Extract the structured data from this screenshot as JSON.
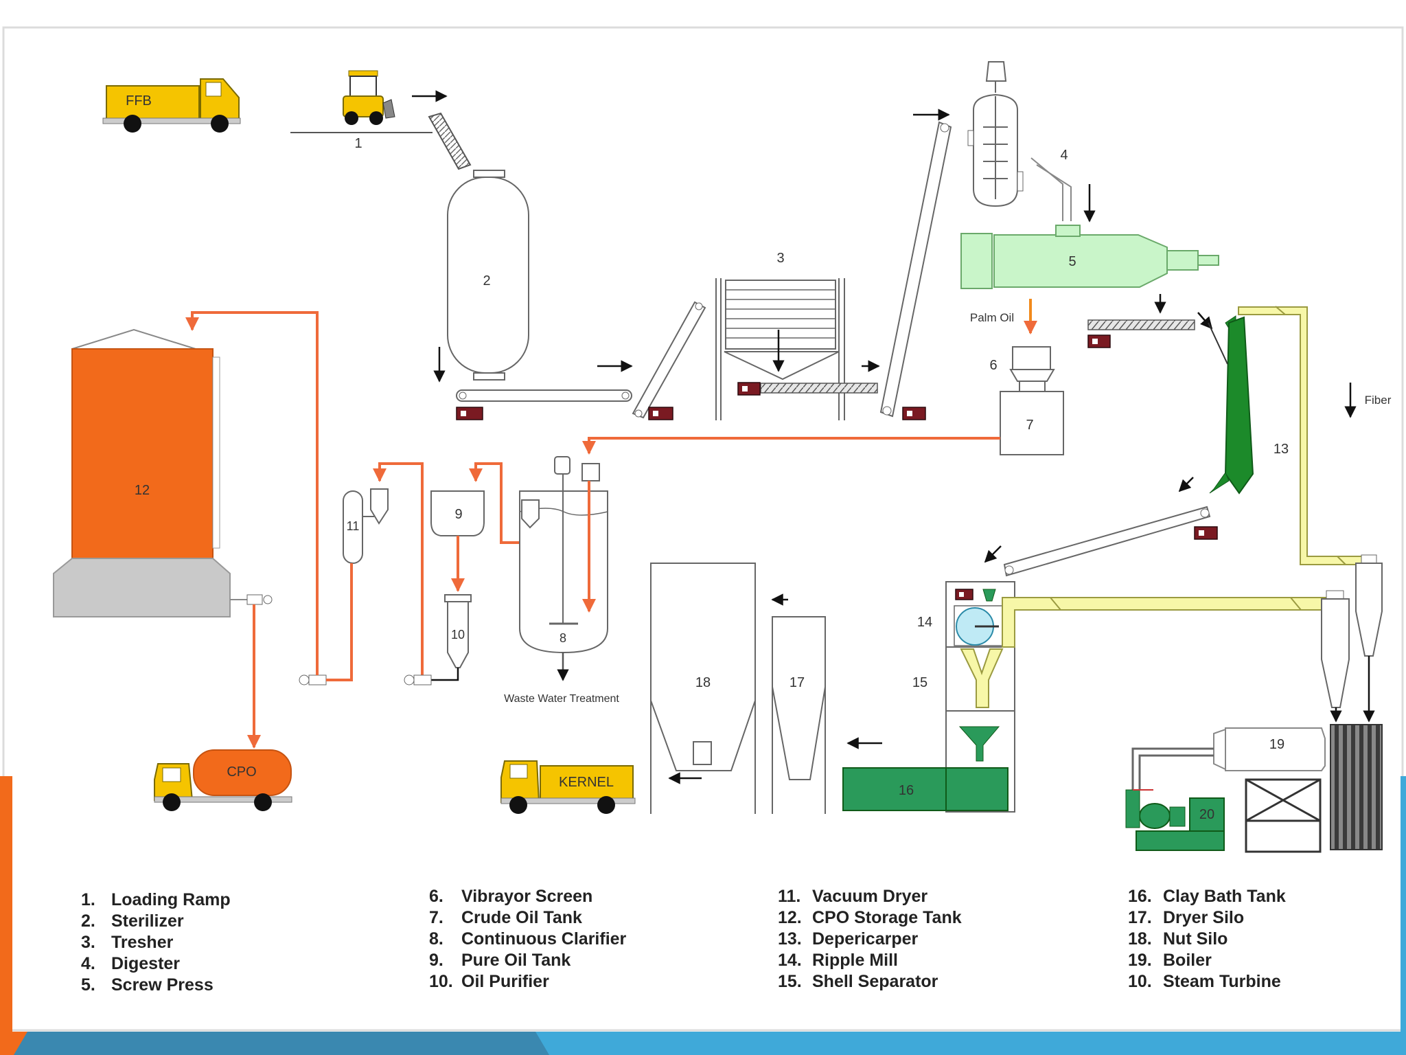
{
  "labels": {
    "ffb": "FFB",
    "cpo": "CPO",
    "kernel": "KERNEL",
    "palm_oil": "Palm Oil",
    "fiber": "Fiber",
    "waste_water": "Waste Water Treatment",
    "n1": "1",
    "n2": "2",
    "n3": "3",
    "n4": "4",
    "n5": "5",
    "n6": "6",
    "n7": "7",
    "n8": "8",
    "n9": "9",
    "n10": "10",
    "n11": "11",
    "n12": "12",
    "n13": "13",
    "n14": "14",
    "n15": "15",
    "n16": "16",
    "n17": "17",
    "n18": "18",
    "n19": "19",
    "n20": "20"
  },
  "legend": {
    "col1": [
      {
        "num": "1.",
        "text": "Loading Ramp"
      },
      {
        "num": "2.",
        "text": "Sterilizer"
      },
      {
        "num": "3.",
        "text": "Tresher"
      },
      {
        "num": "4.",
        "text": "Digester"
      },
      {
        "num": "5.",
        "text": "Screw Press"
      }
    ],
    "col2": [
      {
        "num": "6.",
        "text": "Vibrayor Screen"
      },
      {
        "num": "7.",
        "text": "Crude Oil Tank"
      },
      {
        "num": "8.",
        "text": "Continuous Clarifier"
      },
      {
        "num": "9.",
        "text": "Pure Oil Tank"
      },
      {
        "num": "10.",
        "text": "Oil Purifier"
      }
    ],
    "col3": [
      {
        "num": "11.",
        "text": "Vacuum Dryer"
      },
      {
        "num": "12.",
        "text": "CPO Storage Tank"
      },
      {
        "num": "13.",
        "text": "Depericarper"
      },
      {
        "num": "14.",
        "text": "Ripple Mill"
      },
      {
        "num": "15.",
        "text": "Shell Separator"
      }
    ],
    "col4": [
      {
        "num": "16.",
        "text": "Clay Bath Tank"
      },
      {
        "num": "17.",
        "text": "Dryer Silo"
      },
      {
        "num": "18.",
        "text": "Nut Silo"
      },
      {
        "num": "19.",
        "text": "Boiler"
      },
      {
        "num": "10.",
        "text": "Steam Turbine"
      }
    ]
  },
  "colors": {
    "orange": "#ef6a3a",
    "storage_orange": "#f26a1b",
    "truck_yellow": "#f5c400",
    "dark_green": "#1c8a2a",
    "mid_green": "#2a9a5a",
    "light_green": "#c9f5c9",
    "motor_red": "#7a1a22",
    "footer_blue": "#3fa9d9",
    "footer_dark": "#3a88b0"
  }
}
